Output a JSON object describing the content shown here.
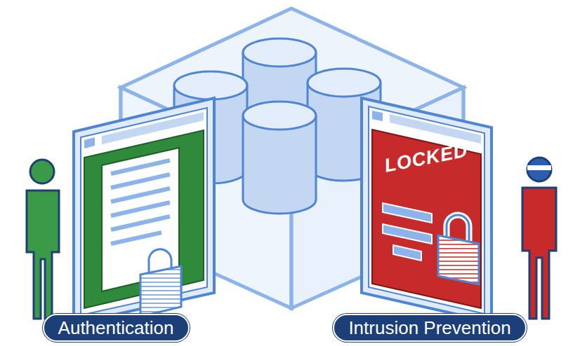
{
  "diagram": {
    "nodes": [
      {
        "text": [
          "Authentication"
        ]
      },
      {
        "text": [
          "Intrusion Prevention"
        ]
      }
    ],
    "labels": [
      "LOCKED"
    ]
  }
}
